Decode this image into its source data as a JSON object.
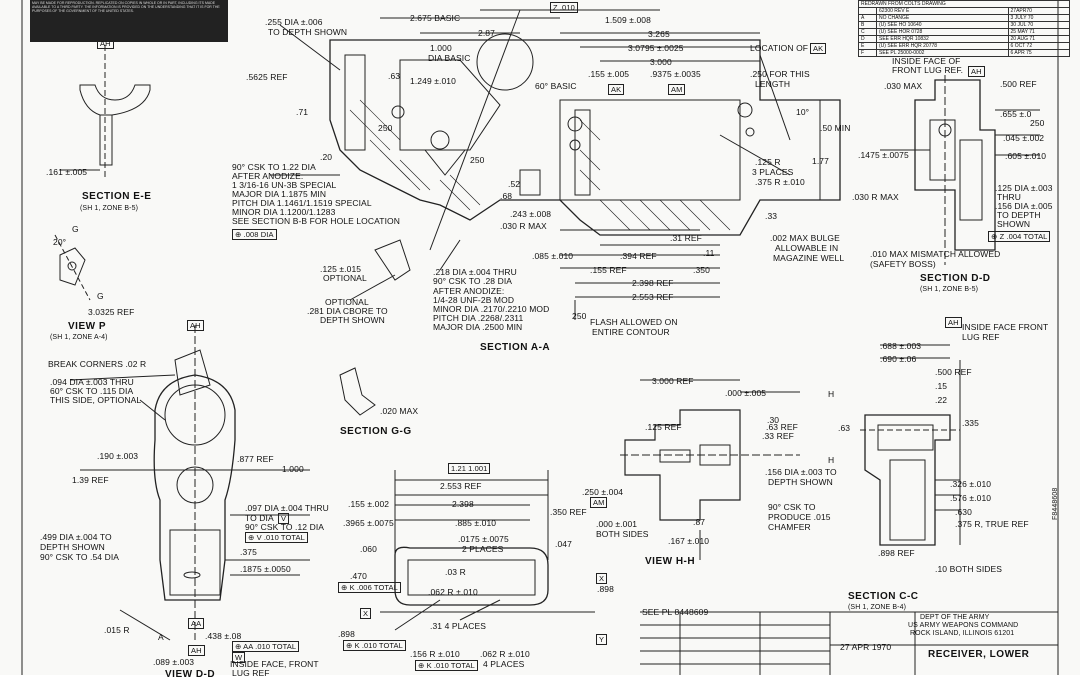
{
  "notice_block": {
    "text": "MAY BE MADE FOR REPRODUCTION. REPLICATED ON COPIES IN WHOLE OR IN PART, INCLUDING ITS MADE AVAILABLE TO A THIRD PARTY. THE INFORMATION IS PROVIDED ON THE UNDERSTANDING THAT IT IS FOR THE PURPOSES OF THE GOVERNMENT OF THE UNITED STATES."
  },
  "revisions": {
    "header": "REDRAWN FROM COLTS DRAWING",
    "rows": [
      [
        "",
        "62300 REV E",
        "27APR70"
      ],
      [
        "A",
        "NO CHANGE",
        "3 JULY 70"
      ],
      [
        "B",
        "(U) SEE HO 10640",
        "30 JUL 70"
      ],
      [
        "C",
        "(U) SEE HOR 0728",
        "25 MAY 71"
      ],
      [
        "D",
        "SEE ERR HQR 10832",
        "20 AUG 71"
      ],
      [
        "E",
        "(U) SEE ERR HQR 20778",
        "6 OCT 72"
      ],
      [
        "F",
        "SEE PL 25000-0002",
        "6 APR 75"
      ]
    ]
  },
  "labels": {
    "dim_255": ".255 DIA ±.006",
    "to_depth": "TO DEPTH SHOWN",
    "dim_2675": "2.675 BASIC",
    "dim_287": "2.87",
    "dim_1000": "1.000",
    "dia_basic": "DIA BASIC",
    "dim_1249": "1.249 ±.010",
    "dim_63": ".63",
    "dim_5625": ".5625 REF",
    "dim_71": ".71",
    "dim_20": ".20",
    "z_010": "Z .010",
    "dim_1509": "1.509 ±.008",
    "dim_3265": "3.265",
    "dim_30795": "3.0795 ±.0025",
    "dim_3000": "3.000",
    "location_ak": "LOCATION OF",
    "ak": "AK",
    "am": "AM",
    "dim_155": ".155 ±.005",
    "dim_9375": ".9375 ±.0035",
    "basic_60": "60° BASIC",
    "dim_250_this": ".250 FOR THIS",
    "length": "LENGTH",
    "dim_10deg": "10°",
    "dim_50min": ".50 MIN",
    "dim_125r": ".125 R",
    "three_places": "3 PLACES",
    "dim_375r": ".375 R ±.010",
    "dim_177": "1.77",
    "csk_note": [
      "90° CSK TO 1.22 DIA",
      "AFTER ANODIZE:",
      "1 3/16-16 UN-3B SPECIAL",
      "MAJOR DIA 1.1875 MIN",
      "PITCH DIA 1.1461/1.1519 SPECIAL",
      "MINOR DIA 1.1200/1.1283",
      "SEE SECTION B-B FOR HOLE LOCATION"
    ],
    "fcf_008": "⊕ .008 DIA",
    "dim_250a": "250",
    "dim_250b": "250",
    "dim_52": ".52",
    "dim_68": ".68",
    "dim_243": ".243 ±.008",
    "dim_030rmax": ".030 R MAX",
    "dim_31ref": ".31 REF",
    "dim_33": ".33",
    "dim_085": ".085 ±.010",
    "dim_394": ".394 REF",
    "dim_11": ".11",
    "dim_155ref": ".155 REF",
    "dim_350": ".350",
    "dim_2398ref": "2.398 REF",
    "dim_2553ref": "2.553 REF",
    "bulge_note": [
      ".002 MAX BULGE",
      "ALLOWABLE IN",
      "MAGAZINE WELL"
    ],
    "hole_note": [
      ".218 DIA ±.004 THRU",
      "90° CSK TO .28 DIA",
      "AFTER ANODIZE:",
      "1/4-28 UNF-2B MOD",
      "MINOR DIA .2170/.2210 MOD",
      "PITCH DIA .2268/.2311",
      "MAJOR DIA .2500 MIN"
    ],
    "flash_note": [
      "FLASH ALLOWED ON",
      "ENTIRE CONTOUR"
    ],
    "dim_250c": "250",
    "section_aa": "SECTION A-A",
    "dim_125opt": ".125 ±.015",
    "optional": "OPTIONAL",
    "cbore_note": [
      "OPTIONAL",
      ".281 DIA CBORE TO",
      "DEPTH SHOWN"
    ],
    "section_ee": "SECTION E-E",
    "section_ee_zone": "(SH 1, ZONE B-5)",
    "dim_161": ".161 ±.005",
    "ah": "AH",
    "view_p": "VIEW P",
    "view_p_zone": "(SH 1, ZONE A-4)",
    "dim_30325": "3.0325 REF",
    "g": "G",
    "dim_20deg": "20°",
    "break_corners": "BREAK CORNERS .02 R",
    "dim_094": [
      ".094 DIA ±.003 THRU",
      "60° CSK TO .115 DIA",
      "THIS SIDE, OPTIONAL"
    ],
    "dim_190": ".190 ±.003",
    "dim_139": "1.39 REF",
    "dim_877": ".877 REF",
    "dim_1000b": "1.000",
    "dim_097": [
      ".097 DIA ±.004 THRU",
      "TO DIA"
    ],
    "fcf_v": "V",
    "csk_12": "90° CSK TO .12 DIA",
    "fcf_vtotal": "⊕ V .010 TOTAL",
    "dim_375": ".375",
    "dim_1875": ".1875 ±.0050",
    "dim_499": [
      ".499 DIA ±.004 TO",
      "DEPTH SHOWN",
      "90° CSK TO .54 DIA"
    ],
    "dim_015r": ".015 R",
    "aa": "AA",
    "a": "A",
    "dim_438": ".438 ±.08",
    "fcf_aa010": "⊕ AA .010 TOTAL",
    "w": "W",
    "dim_089": ".089 ±.003",
    "inside_face": "INSIDE FACE, FRONT",
    "lug_ref": "LUG REF",
    "view_dd": "VIEW D-D",
    "dim_020max": ".020 MAX",
    "section_gg": "SECTION G-G",
    "mid_labels": {
      "d1": "1.21 1.001",
      "d2": "2.553 REF",
      "d3": "2.398",
      "d4": ".155 ±.002",
      "d5": ".3965 ±.0075",
      "d6": ".885 ±.010",
      "d7": ".0175 ±.0075",
      "two_places": "2 PLACES",
      "d8": ".350 REF",
      "d9": ".047",
      "d10": ".060",
      "d11": ".470",
      "d12": ".03 R",
      "d13": ".062 R ±.010",
      "d14": ".31 4 PLACES",
      "d15": ".898",
      "d16": ".156 R ±.010",
      "d17": ".062 R ±.010",
      "four_places": "4 PLACES",
      "fcf_k006": "⊕ K .006 TOTAL",
      "fcf_k010": "⊕ K .010 TOTAL",
      "fcf_k0010": "⊕ K .010 TOTAL",
      "x": "X",
      "y": "Y",
      "d18": ".898"
    },
    "dim_250004": ".250 ±.004",
    "am2": "AM",
    "dim_000": [
      ".000 ±.001",
      "BOTH SIDES"
    ],
    "dim_167": ".167 ±.010",
    "dim_87": ".87",
    "view_hh": "VIEW H-H",
    "dim_3000ref": "3.000 REF",
    "dim_000005": ".000 ±.005",
    "dim_30": ".30",
    "dim_63b": ".63 REF",
    "dim_33ref": ".33 REF",
    "dim_125ref": ".125 REF",
    "h": "H",
    "dim_156": [
      ".156 DIA ±.003 TO",
      "DEPTH SHOWN"
    ],
    "csk_015": [
      "90° CSK TO",
      "PRODUCE .015",
      "CHAMFER"
    ],
    "see_pl": "SEE PL 8448609",
    "inside_face_lug": [
      "INSIDE FACE FRONT",
      "LUG REF"
    ],
    "dim_688": ".688 ±.003",
    "dim_690": ".690 ±.06",
    "dim_500": ".500 REF",
    "dim_15": ".15",
    "dim_22": ".22",
    "dim_335": ".335",
    "dim_63c": ".63",
    "dim_326": ".326 ±.010",
    "dim_576": ".576 ±.010",
    "dim_630": ".630",
    "dim_375true": ".375 R, TRUE REF",
    "dim_898ref": ".898 REF",
    "both_sides": ".10 BOTH SIDES",
    "section_cc": "SECTION C-C",
    "section_cc_zone": "(SH 1, ZONE B-4)",
    "inside_front_lug": [
      "INSIDE FACE OF",
      "FRONT LUG REF."
    ],
    "dim_030max": ".030 MAX",
    "dim_500b": ".500 REF",
    "dim_655": ".655 ±.0",
    "dim_250d": "250",
    "dim_045": ".045 ±.002",
    "dim_605": ".605 ±.010",
    "dim_1475": ".1475 ±.0075",
    "dim_030rmax2": ".030 R MAX",
    "dim_125dia": [
      ".125 DIA ±.003",
      "THRU",
      ".156 DIA ±.005",
      "TO DEPTH",
      "SHOWN"
    ],
    "fcf_z": "⊕ Z .004 TOTAL",
    "mismatch": [
      ".010 MAX MISMATCH ALLOWED",
      "(SAFETY BOSS)"
    ],
    "section_dd": "SECTION D-D",
    "section_dd_zone": "(SH 1, ZONE B-5)",
    "side_code": "F8448608"
  },
  "title_block": {
    "dept": [
      "DEPT OF THE ARMY",
      "US ARMY WEAPONS COMMAND",
      "ROCK ISLAND, ILLINOIS  61201"
    ],
    "date": "27 APR 1970",
    "title": "RECEIVER, LOWER"
  }
}
